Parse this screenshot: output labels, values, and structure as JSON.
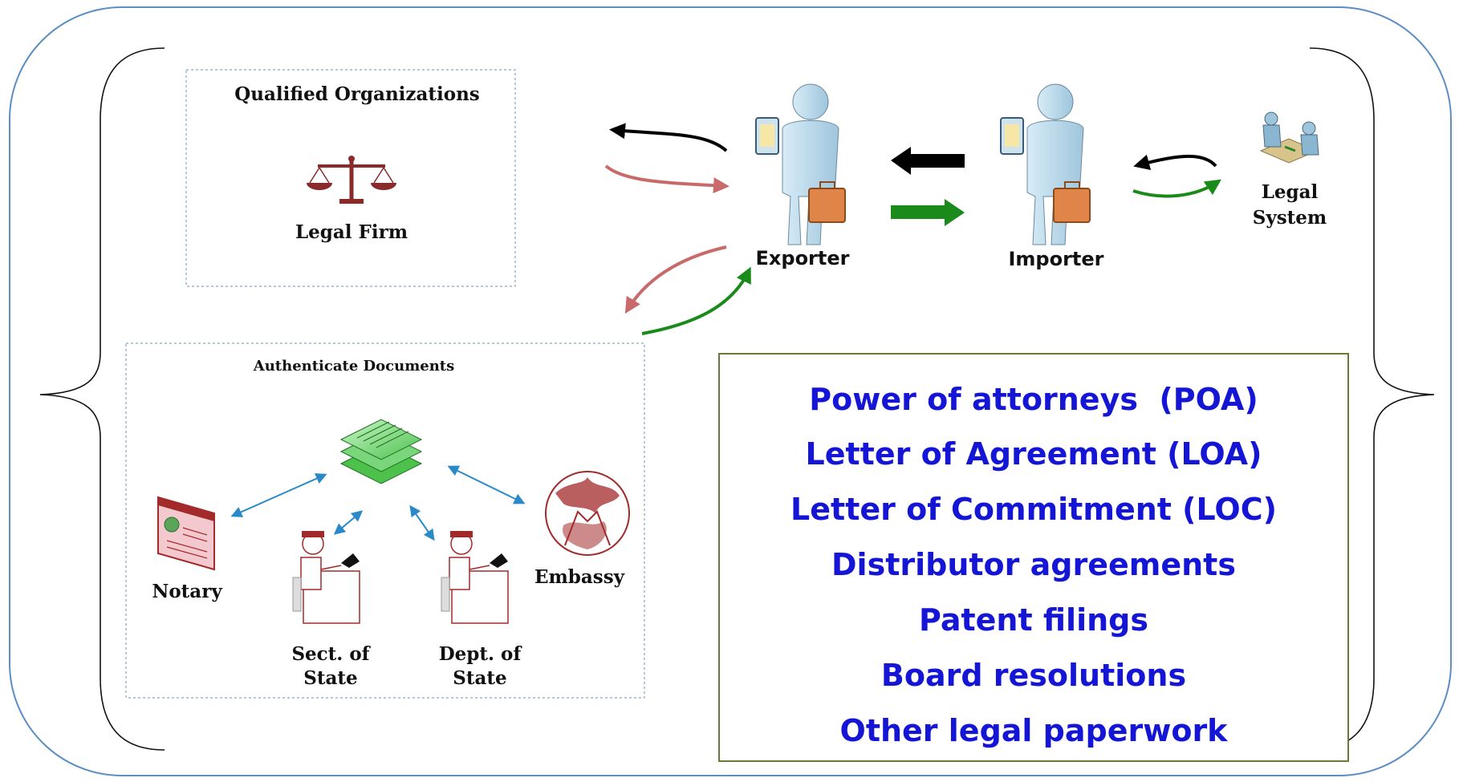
{
  "qualified_box": {
    "title": "Qualified Organizations",
    "legal_firm_label": "Legal Firm",
    "legal_firm_icon": "scales-of-justice-icon"
  },
  "authenticate_box": {
    "title": "Authenticate Documents",
    "documents_icon": "document-stack-icon",
    "notary": {
      "label": "Notary",
      "icon": "certificate-icon"
    },
    "sect_state": {
      "label_line1": "Sect. of",
      "label_line2": "State",
      "icon": "clerk-desk-icon"
    },
    "dept_state": {
      "label_line1": "Dept. of",
      "label_line2": "State",
      "icon": "clerk-desk-icon"
    },
    "embassy": {
      "label": "Embassy",
      "icon": "globe-handshake-icon"
    }
  },
  "actors": {
    "exporter": {
      "label": "Exporter",
      "icon": "businessman-icon"
    },
    "importer": {
      "label": "Importer",
      "icon": "businessman-icon"
    },
    "legal_system": {
      "label_line1": "Legal",
      "label_line2": "System",
      "icon": "meeting-icon"
    }
  },
  "documents_list": [
    "Power of attorneys  (POA)",
    "Letter of Agreement (LOA)",
    "Letter of Commitment (LOC)",
    "Distributor agreements",
    "Patent filings",
    "Board resolutions",
    "Other legal paperwork"
  ],
  "colors": {
    "frame": "#5b8ec4",
    "list_text": "#1515d6",
    "list_border": "#6b7a33",
    "arrow_black": "#000000",
    "arrow_red": "#c96a6a",
    "arrow_green": "#1a8a1a",
    "arrow_blue": "#2a8ac9",
    "icon_red": "#a32a2a"
  }
}
